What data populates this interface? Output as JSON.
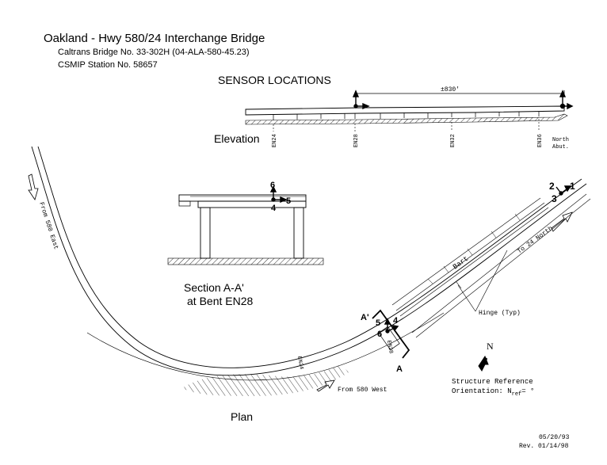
{
  "header": {
    "title": "Oakland - Hwy 580/24 Interchange Bridge",
    "caltrans": "Caltrans Bridge No. 33-302H (04-ALA-580-45.23)",
    "station": "CSMIP Station No. 58657",
    "sensor_title": "SENSOR LOCATIONS"
  },
  "elevation": {
    "label": "Elevation",
    "span_label": "±830'",
    "bents": [
      "EN24",
      "EN28",
      "EN32",
      "EN36"
    ],
    "abutment": [
      "North",
      "Abut."
    ]
  },
  "section": {
    "label_line1": "Section A-A'",
    "label_line2": "at Bent EN28",
    "sensor_ids": [
      "6",
      "5",
      "4"
    ]
  },
  "plan": {
    "label": "Plan",
    "from_east": "From 580 East",
    "from_west": "From 580 West",
    "to_north": "To 24 North",
    "bart": "Bart",
    "hinge": "Hinge (Typ)",
    "bent_en24": "EN24",
    "bent_en28": "EN28",
    "cut_a_prime": "A'",
    "cut_a": "A",
    "sensors_en28": [
      "5",
      "4",
      "6"
    ],
    "sensors_abut": [
      "2",
      "1",
      "3"
    ],
    "north": "N"
  },
  "footer": {
    "orientation_line1": "Structure Reference",
    "orientation_line2": "Orientation: N",
    "orientation_sub": "ref",
    "orientation_tail": "= °",
    "date": "05/20/93",
    "rev": "Rev. 01/14/98"
  }
}
